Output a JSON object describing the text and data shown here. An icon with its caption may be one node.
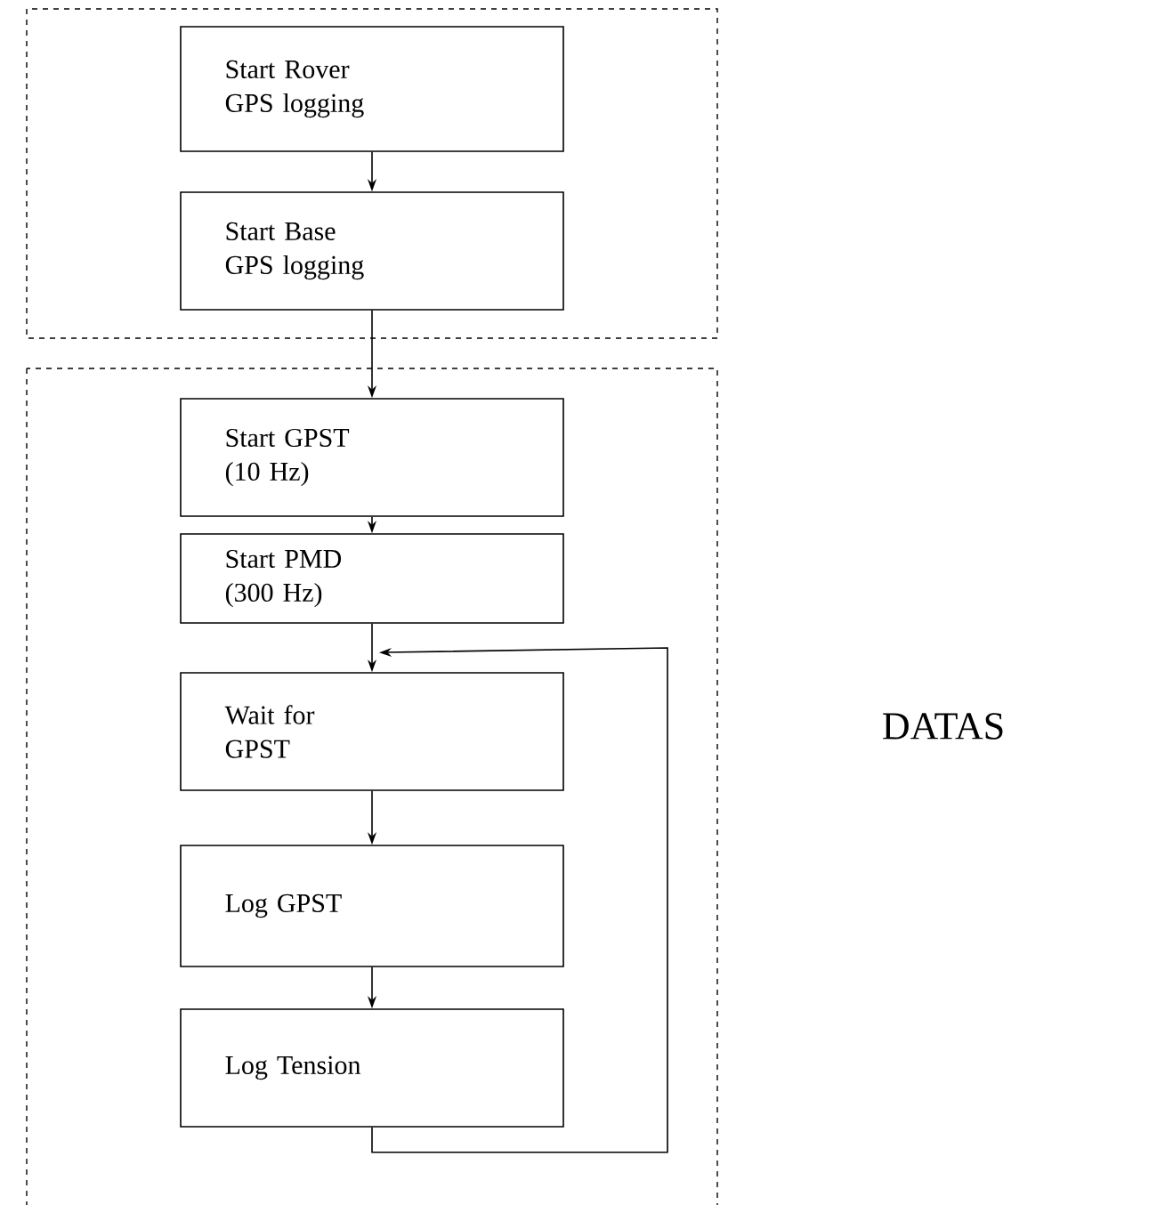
{
  "diagram": {
    "nodes": [
      {
        "text": [],
        "shape": "box"
      },
      {
        "text": [
          "DATAS"
        ]
      },
      {
        "text": [
          "Start Rover GPS logging"
        ],
        "in": 0
      },
      {
        "text": [
          "Start Base GPS logging"
        ],
        "in": 0
      },
      {
        "text": [
          "Start GPST (10 Hz)"
        ],
        "in": 1
      },
      {
        "text": [
          "Start PMD (300 Hz)"
        ],
        "in": 1
      },
      {
        "text": [
          "Wait for GPST"
        ],
        "in": 1
      },
      {
        "text": [
          "Log GPST"
        ],
        "in": 1
      },
      {
        "text": [
          "Log Tension"
        ],
        "in": 1
      }
    ],
    "edges": [
      {
        "from": 2,
        "to": 3,
        "arrow": "to"
      },
      {
        "from": 3,
        "to": 4,
        "arrow": "to"
      },
      {
        "from": 4,
        "to": 5,
        "arrow": "to"
      },
      {
        "from": 5,
        "to": 6,
        "arrow": "to"
      },
      {
        "from": 6,
        "to": 7,
        "arrow": "to"
      },
      {
        "from": 7,
        "to": 8,
        "arrow": "to"
      },
      {
        "from": 8,
        "to": 6,
        "arrow": "to"
      }
    ]
  }
}
